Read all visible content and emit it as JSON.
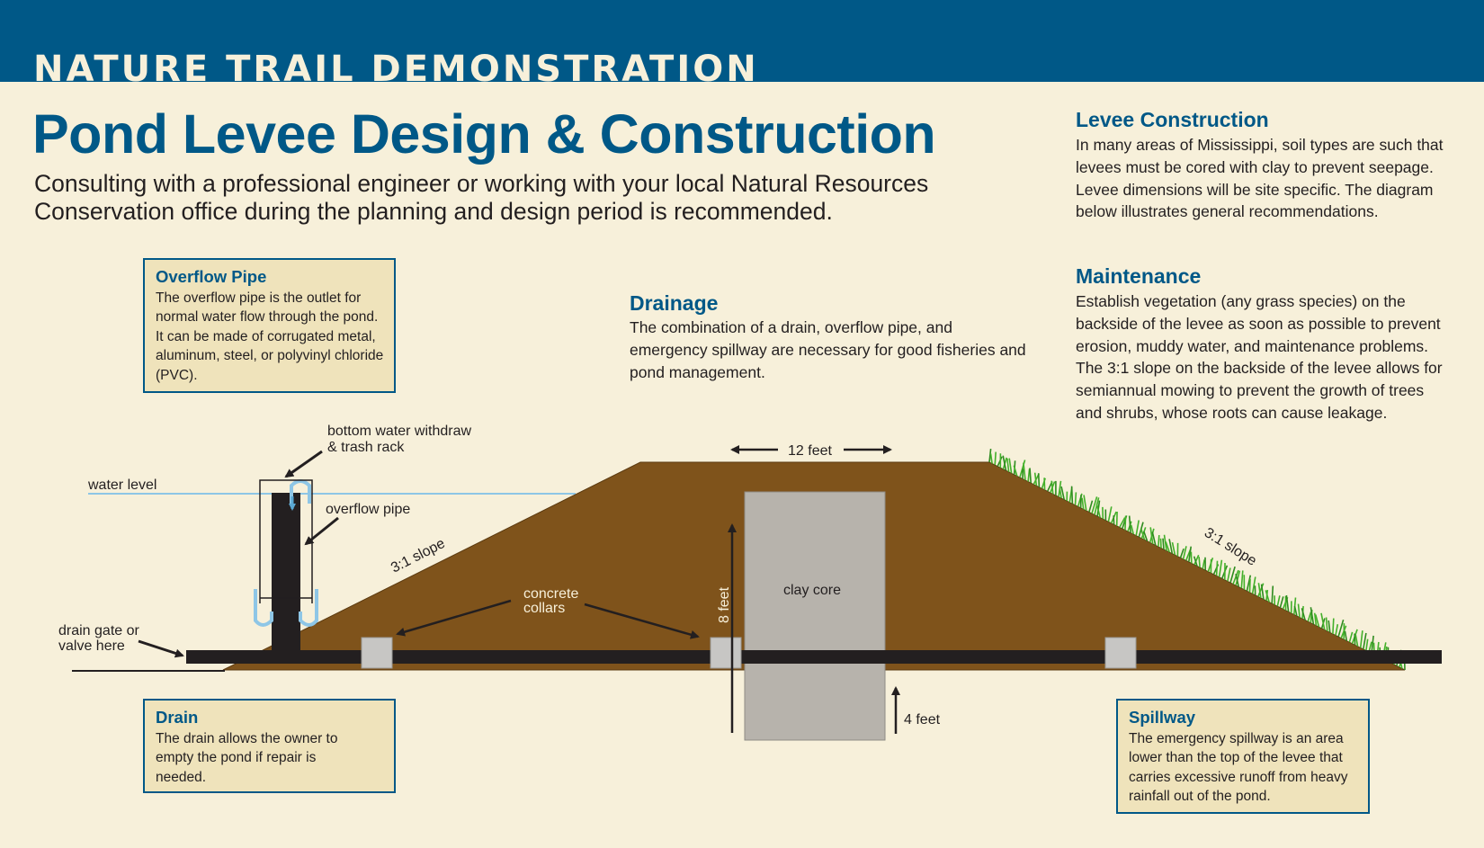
{
  "header": {
    "band_text": "NATURE TRAIL DEMONSTRATION",
    "title": "Pond Levee Design & Construction",
    "subtitle": "Consulting with a professional engineer or working with your local Natural Resources Conservation office during the planning and design period is recommended."
  },
  "levee_construction": {
    "heading": "Levee Construction",
    "text": "In many areas of Mississippi, soil types are such that levees must be cored with clay to prevent seepage. Levee dimensions will be site specific. The diagram below illustrates general recommendations."
  },
  "maintenance": {
    "heading": "Maintenance",
    "text": "Establish vegetation (any grass species) on the backside of the levee as soon as possible to prevent erosion, muddy water, and maintenance problems. The 3:1 slope on the backside of the levee allows for semiannual mowing to prevent the growth of trees and shrubs, whose roots can cause leakage."
  },
  "drainage": {
    "heading": "Drainage",
    "text": "The combination of a drain, overflow pipe, and emergency spillway are necessary for good fisheries and pond management."
  },
  "overflow_pipe_box": {
    "heading": "Overflow Pipe",
    "text": "The overflow pipe is the outlet for normal water flow through the pond. It can be made of corrugated metal, aluminum, steel, or polyvinyl chloride (PVC)."
  },
  "drain_box": {
    "heading": "Drain",
    "text": "The drain allows the owner to empty the pond if repair is needed."
  },
  "spillway_box": {
    "heading": "Spillway",
    "text": "The emergency spillway is an area lower than the top of the levee that carries excessive runoff from heavy rainfall out of the pond."
  },
  "diagram_labels": {
    "water_level": "water level",
    "withdraw_line1": "bottom water withdraw",
    "withdraw_line2": "& trash rack",
    "overflow_pipe": "overflow pipe",
    "slope_front": "3:1 slope",
    "slope_back": "3:1 slope",
    "collars_line1": "concrete",
    "collars_line2": "collars",
    "clay_core": "clay core",
    "top_width": "12 feet",
    "height": "8 feet",
    "core_depth": "4 feet",
    "drain_gate_line1": "drain gate or",
    "drain_gate_line2": "valve here"
  },
  "colors": {
    "brand_blue": "#005887",
    "background": "#f7f0da",
    "box_fill": "#efe3bb",
    "soil": "#7f531b",
    "clay": "#b7b3ac",
    "pipe": "#231f20",
    "grass": "#43b02a",
    "water": "#8ec6e6"
  }
}
